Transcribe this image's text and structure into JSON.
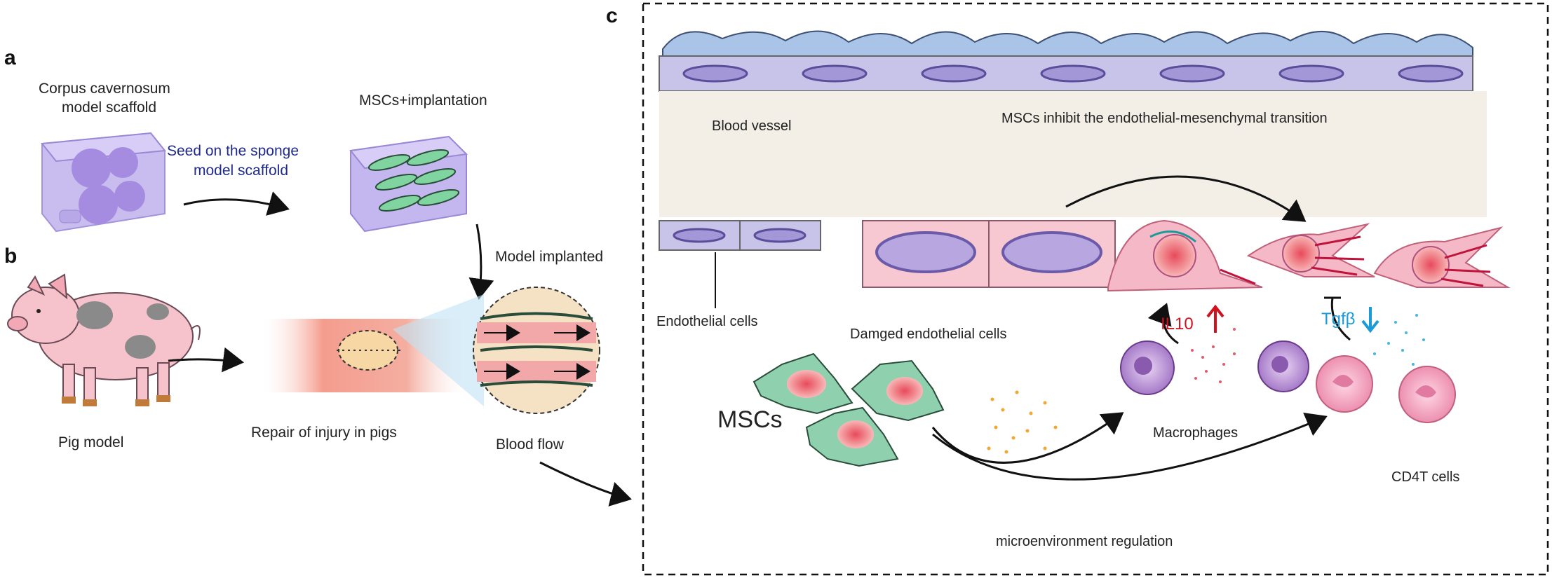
{
  "panels": {
    "a": {
      "letter": "a",
      "scaffold_label_line1": "Corpus cavernosum",
      "scaffold_label_line2": "model scaffold",
      "seed_label_line1": "Seed on the sponge",
      "seed_label_line2": "model scaffold",
      "implant_label": "MSCs+implantation"
    },
    "b": {
      "letter": "b",
      "pig_label": "Pig model",
      "repair_label": "Repair of injury in pigs",
      "model_implanted_label": "Model implanted",
      "blood_flow_label": "Blood  flow"
    },
    "c": {
      "letter": "c",
      "vessel_label": "Blood vessel",
      "transition_label": "MSCs inhibit the endothelial-mesenchymal transition",
      "endothelial_label": "Endothelial cells",
      "damaged_label": "Damged endothelial cells",
      "mscs_label": "MSCs",
      "macrophages_label": "Macrophages",
      "cd4t_label": "CD4T cells",
      "il10_label": "IL10",
      "tgfb_label": "Tgfβ",
      "microenv_label": "microenvironment regulation"
    }
  },
  "colors": {
    "scaffold": "#b9a8e8",
    "endothelium": "#c8c3e8",
    "damaged_cell": "#f7c8d2",
    "msc": "#7fc6a4",
    "macrophage": "#b98ad8",
    "cd4t": "#f09ab8",
    "il10": "#d0121e",
    "tgfb": "#1a9ad6",
    "cytokine_dots": "#f0a830"
  }
}
